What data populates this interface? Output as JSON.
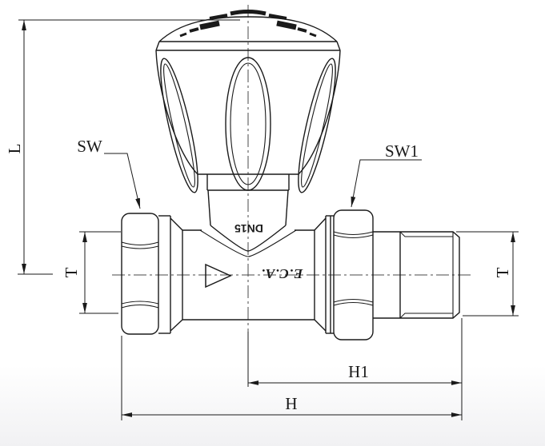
{
  "meta": {
    "description": "Technical line drawing of a straight thermostatic radiator valve (side view) with dimension annotations",
    "line_color": "#1a1a1a",
    "background": "#ffffff"
  },
  "dimensions": {
    "height_total": {
      "label": "L"
    },
    "wrench_size_left": {
      "label": "SW"
    },
    "wrench_size_right": {
      "label": "SW1"
    },
    "thread_left": {
      "label": "T"
    },
    "thread_right": {
      "label": "T"
    },
    "length_partial": {
      "label": "H1"
    },
    "length_total": {
      "label": "H"
    }
  },
  "markings": {
    "nominal_size": "DN15",
    "brand": "E.C.A."
  }
}
